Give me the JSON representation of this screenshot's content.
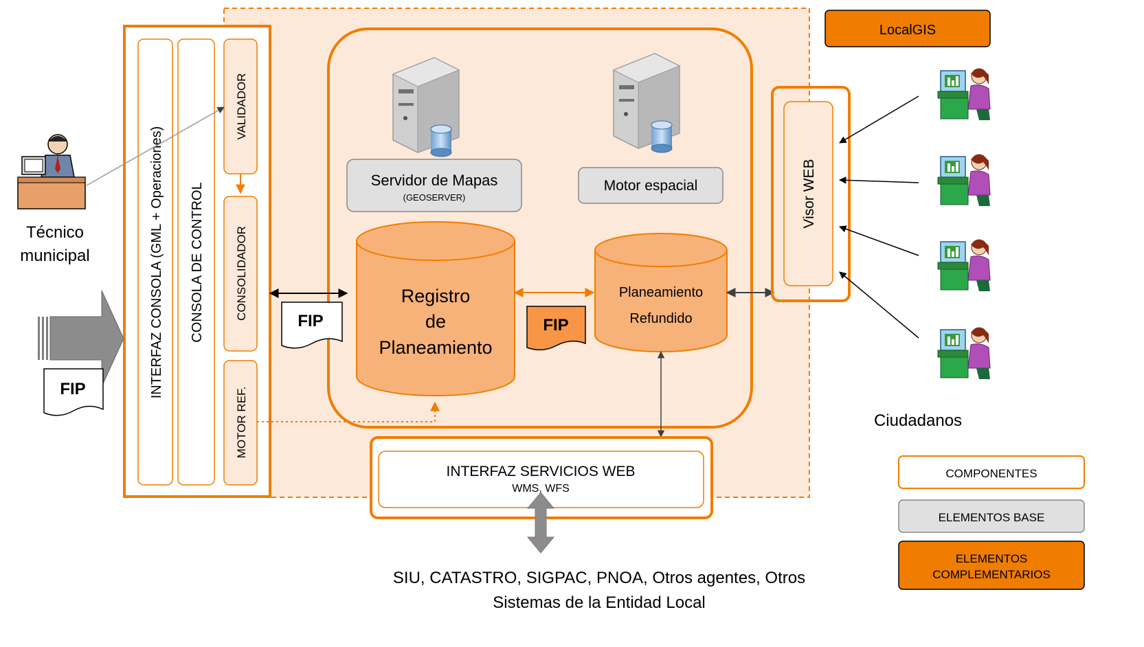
{
  "legend": {
    "title": "LocalGIS",
    "componentes": "COMPONENTES",
    "elementos_base": "ELEMENTOS BASE",
    "elementos_complementarios_1": "ELEMENTOS",
    "elementos_complementarios_2": "COMPLEMENTARIOS"
  },
  "actors": {
    "tecnico_1": "Técnico",
    "tecnico_2": "municipal",
    "ciudadanos": "Ciudadanos"
  },
  "console": {
    "interfaz": "INTERFAZ CONSOLA (GML + Operaciones)",
    "control": "CONSOLA DE CONTROL",
    "validador": "VALIDADOR",
    "consolidador": "CONSOLIDADOR",
    "motor_ref": "MOTOR REF."
  },
  "core": {
    "servidor_mapas": "Servidor de Mapas",
    "geoserver": "(GEOSERVER)",
    "motor_espacial": "Motor espacial",
    "registro_1": "Registro",
    "registro_2": "de",
    "registro_3": "Planeamiento",
    "refundido_1": "Planeamiento",
    "refundido_2": "Refundido",
    "fip": "FIP"
  },
  "visor": "Visor WEB",
  "servicios": {
    "title": "INTERFAZ SERVICIOS WEB",
    "subtitle": "WMS, WFS"
  },
  "external": {
    "line1": "SIU, CATASTRO, SIGPAC, PNOA, Otros agentes, Otros",
    "line2": "Sistemas de la Entidad Local"
  },
  "colors": {
    "orange": "#f07d00",
    "light_orange_fill": "#fde9d9",
    "cylinder_fill": "#f7b279",
    "grey_fill": "#e0e0e0",
    "arrow_grey": "#8c8c8c"
  }
}
